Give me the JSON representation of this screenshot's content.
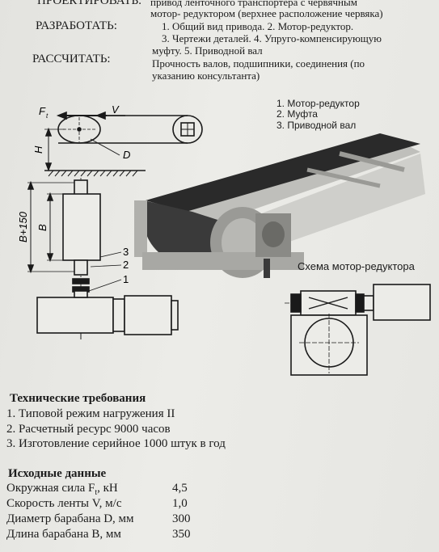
{
  "header": {
    "project_label": "ПРОЕКТИРОВАТЬ:",
    "project_line1": "привод ленточного транспортера с червячным",
    "project_line2": "мотор- редуктором (верхнее расположение червяка)",
    "develop_label": "РАЗРАБОТАТЬ:",
    "develop_line1": "1. Общий вид привода. 2. Мотор-редуктор.",
    "develop_line2": "3. Чертежи деталей. 4. Упруго-компенсирующую",
    "develop_line3": "муфту. 5. Приводной вал",
    "calc_label": "РАССЧИТАТЬ:",
    "calc_line1": "Прочность валов, подшипники, соединения (по",
    "calc_line2": "указанию консультанта)"
  },
  "legend": {
    "item1": "1. Мотор-редуктор",
    "item2": "2. Муфта",
    "item3": "3. Приводной вал"
  },
  "drawing_labels": {
    "force": "F",
    "force_sub": "t",
    "velocity": "V",
    "height": "H",
    "diameter": "D",
    "length_b": "B",
    "length_b150": "B+150",
    "callout3": "3",
    "callout2": "2",
    "callout1": "1"
  },
  "scheme_title": "Схема мотор-редуктора",
  "requirements": {
    "title": "Технические требования",
    "items": [
      "1. Типовой режим нагружения II",
      "2. Расчетный ресурс 9000 часов",
      "3. Изготовление серийное 1000 штук в год"
    ]
  },
  "initial_data": {
    "title": "Исходные данные",
    "rows": [
      {
        "label": "Окружная сила F",
        "label_sub": "t",
        "unit": ", кН",
        "value": "4,5"
      },
      {
        "label": "Скорость ленты V, м/с",
        "label_sub": "",
        "unit": "",
        "value": "1,0"
      },
      {
        "label": "Диаметр барабана D, мм",
        "label_sub": "",
        "unit": "",
        "value": "300"
      },
      {
        "label": "Длина барабана B, мм",
        "label_sub": "",
        "unit": "",
        "value": "350"
      }
    ]
  }
}
